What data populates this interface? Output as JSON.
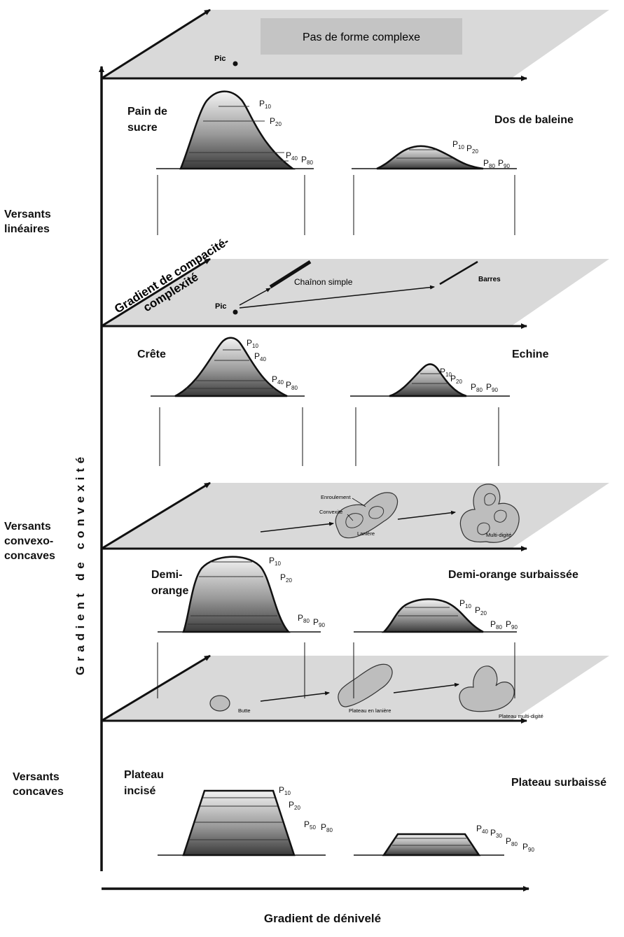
{
  "top_box": "Pas de forme complexe",
  "planes": {
    "p1": {
      "pic": "Pic"
    },
    "p2": {
      "pic": "Pic",
      "chain": "Chaînon simple",
      "bars": "Barres"
    },
    "p3": {
      "enroul": "Enroulement",
      "convex": "Convexité",
      "laniere": "Lanière",
      "multi": "Multi-digité"
    },
    "p4": {
      "butte": "Butte",
      "plat_lan": "Plateau en lanière",
      "plat_multi": "Plateau multi-digité"
    }
  },
  "forms": {
    "pain_sucre": [
      "Pain de",
      "sucre"
    ],
    "dos_baleine": "Dos de baleine",
    "crete": "Crête",
    "echine": "Echine",
    "demi_orange": [
      "Demi-",
      "orange"
    ],
    "demi_orange_surb": "Demi-orange surbaissée",
    "plateau_incise": [
      "Plateau",
      "incisé"
    ],
    "plateau_surb": "Plateau surbaissé"
  },
  "side_labels": {
    "lineaires": [
      "Versants",
      "linéaires"
    ],
    "convexo": [
      "Versants",
      "convexo-",
      "concaves"
    ],
    "concaves": [
      "Versants",
      "concaves"
    ]
  },
  "axes": {
    "convexity": "G r a d i e n t   d e   c o n v e x i t é",
    "compacity": [
      "Gradient de compacité-",
      "complexité"
    ],
    "denivele": "Gradient de dénivelé"
  },
  "p": {
    "letter": "P",
    "s10": "10",
    "s20": "20",
    "s50": "50",
    "s80": "80",
    "s90": "90",
    "s40": "40",
    "s30": "30"
  }
}
